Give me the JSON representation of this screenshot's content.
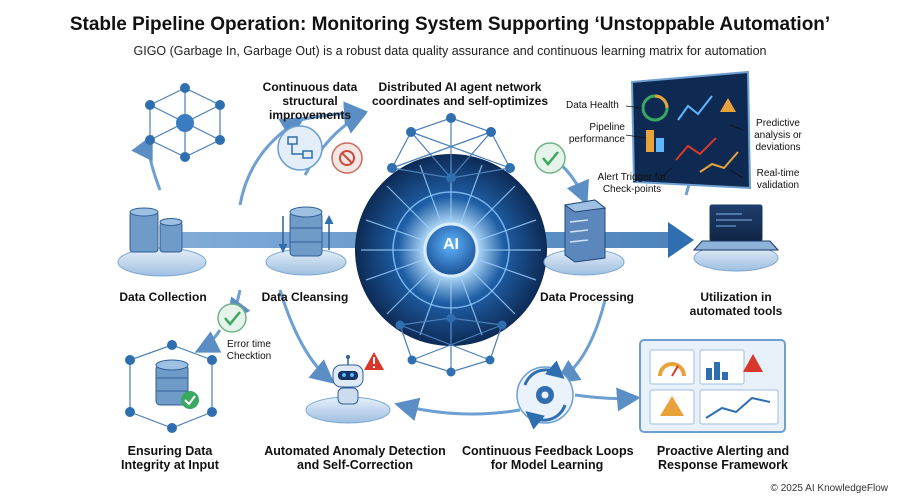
{
  "title": "Stable Pipeline Operation: Monitoring System Supporting ‘Unstoppable Automation’",
  "subtitle": "GIGO (Garbage In, Garbage Out) is a robust data quality assurance and continuous learning matrix for automation",
  "center_badge": "AI",
  "labels": {
    "data_collection": "Data Collection",
    "data_cleansing": "Data Cleansing",
    "data_processing": "Data Processing",
    "utilization_line1": "Utilization in",
    "utilization_line2": "automated tools",
    "continuous_data_line1": "Continuous data",
    "continuous_data_line2": "structural",
    "continuous_data_line3": "improvements",
    "distributed_line1": "Distributed AI agent network",
    "distributed_line2": "coordinates and self-optimizes",
    "ensuring_line1": "Ensuring Data",
    "ensuring_line2": "Integrity at Input",
    "anomaly_line1": "Automated Anomaly Detection",
    "anomaly_line2": "and Self-Correction",
    "feedback_line1": "Continuous Feedback Loops",
    "feedback_line2": "for Model Learning",
    "proactive_line1": "Proactive Alerting and",
    "proactive_line2": "Response Framework"
  },
  "notes": {
    "data_health": "Data Health",
    "pipeline_line1": "Pipeline",
    "pipeline_line2": "performance",
    "alert_line1": "Alert Trigger for",
    "alert_line2": "Check-points",
    "predictive_line1": "Predictive",
    "predictive_line2": "analysis or",
    "predictive_line3": "deviations",
    "realtime_line1": "Real-time",
    "realtime_line2": "validation",
    "error_line1": "Error time",
    "error_line2": "Checktion"
  },
  "footer": "© 2025 AI KnowledgeFlow",
  "colors": {
    "primary_blue": "#2f6fb0",
    "dark_blue": "#123a6b",
    "light_blue": "#cfe3f5",
    "green_check": "#3aa860",
    "alert_red": "#d9372b",
    "warn_orange": "#e8a23a"
  },
  "icons": [
    "network-icon",
    "database-icon",
    "ai-core-icon",
    "server-icon",
    "laptop-icon",
    "dashboard-icon",
    "robot-icon",
    "gear-cycle-icon",
    "check-icon",
    "warning-icon",
    "blocked-icon",
    "flowchart-icon"
  ]
}
